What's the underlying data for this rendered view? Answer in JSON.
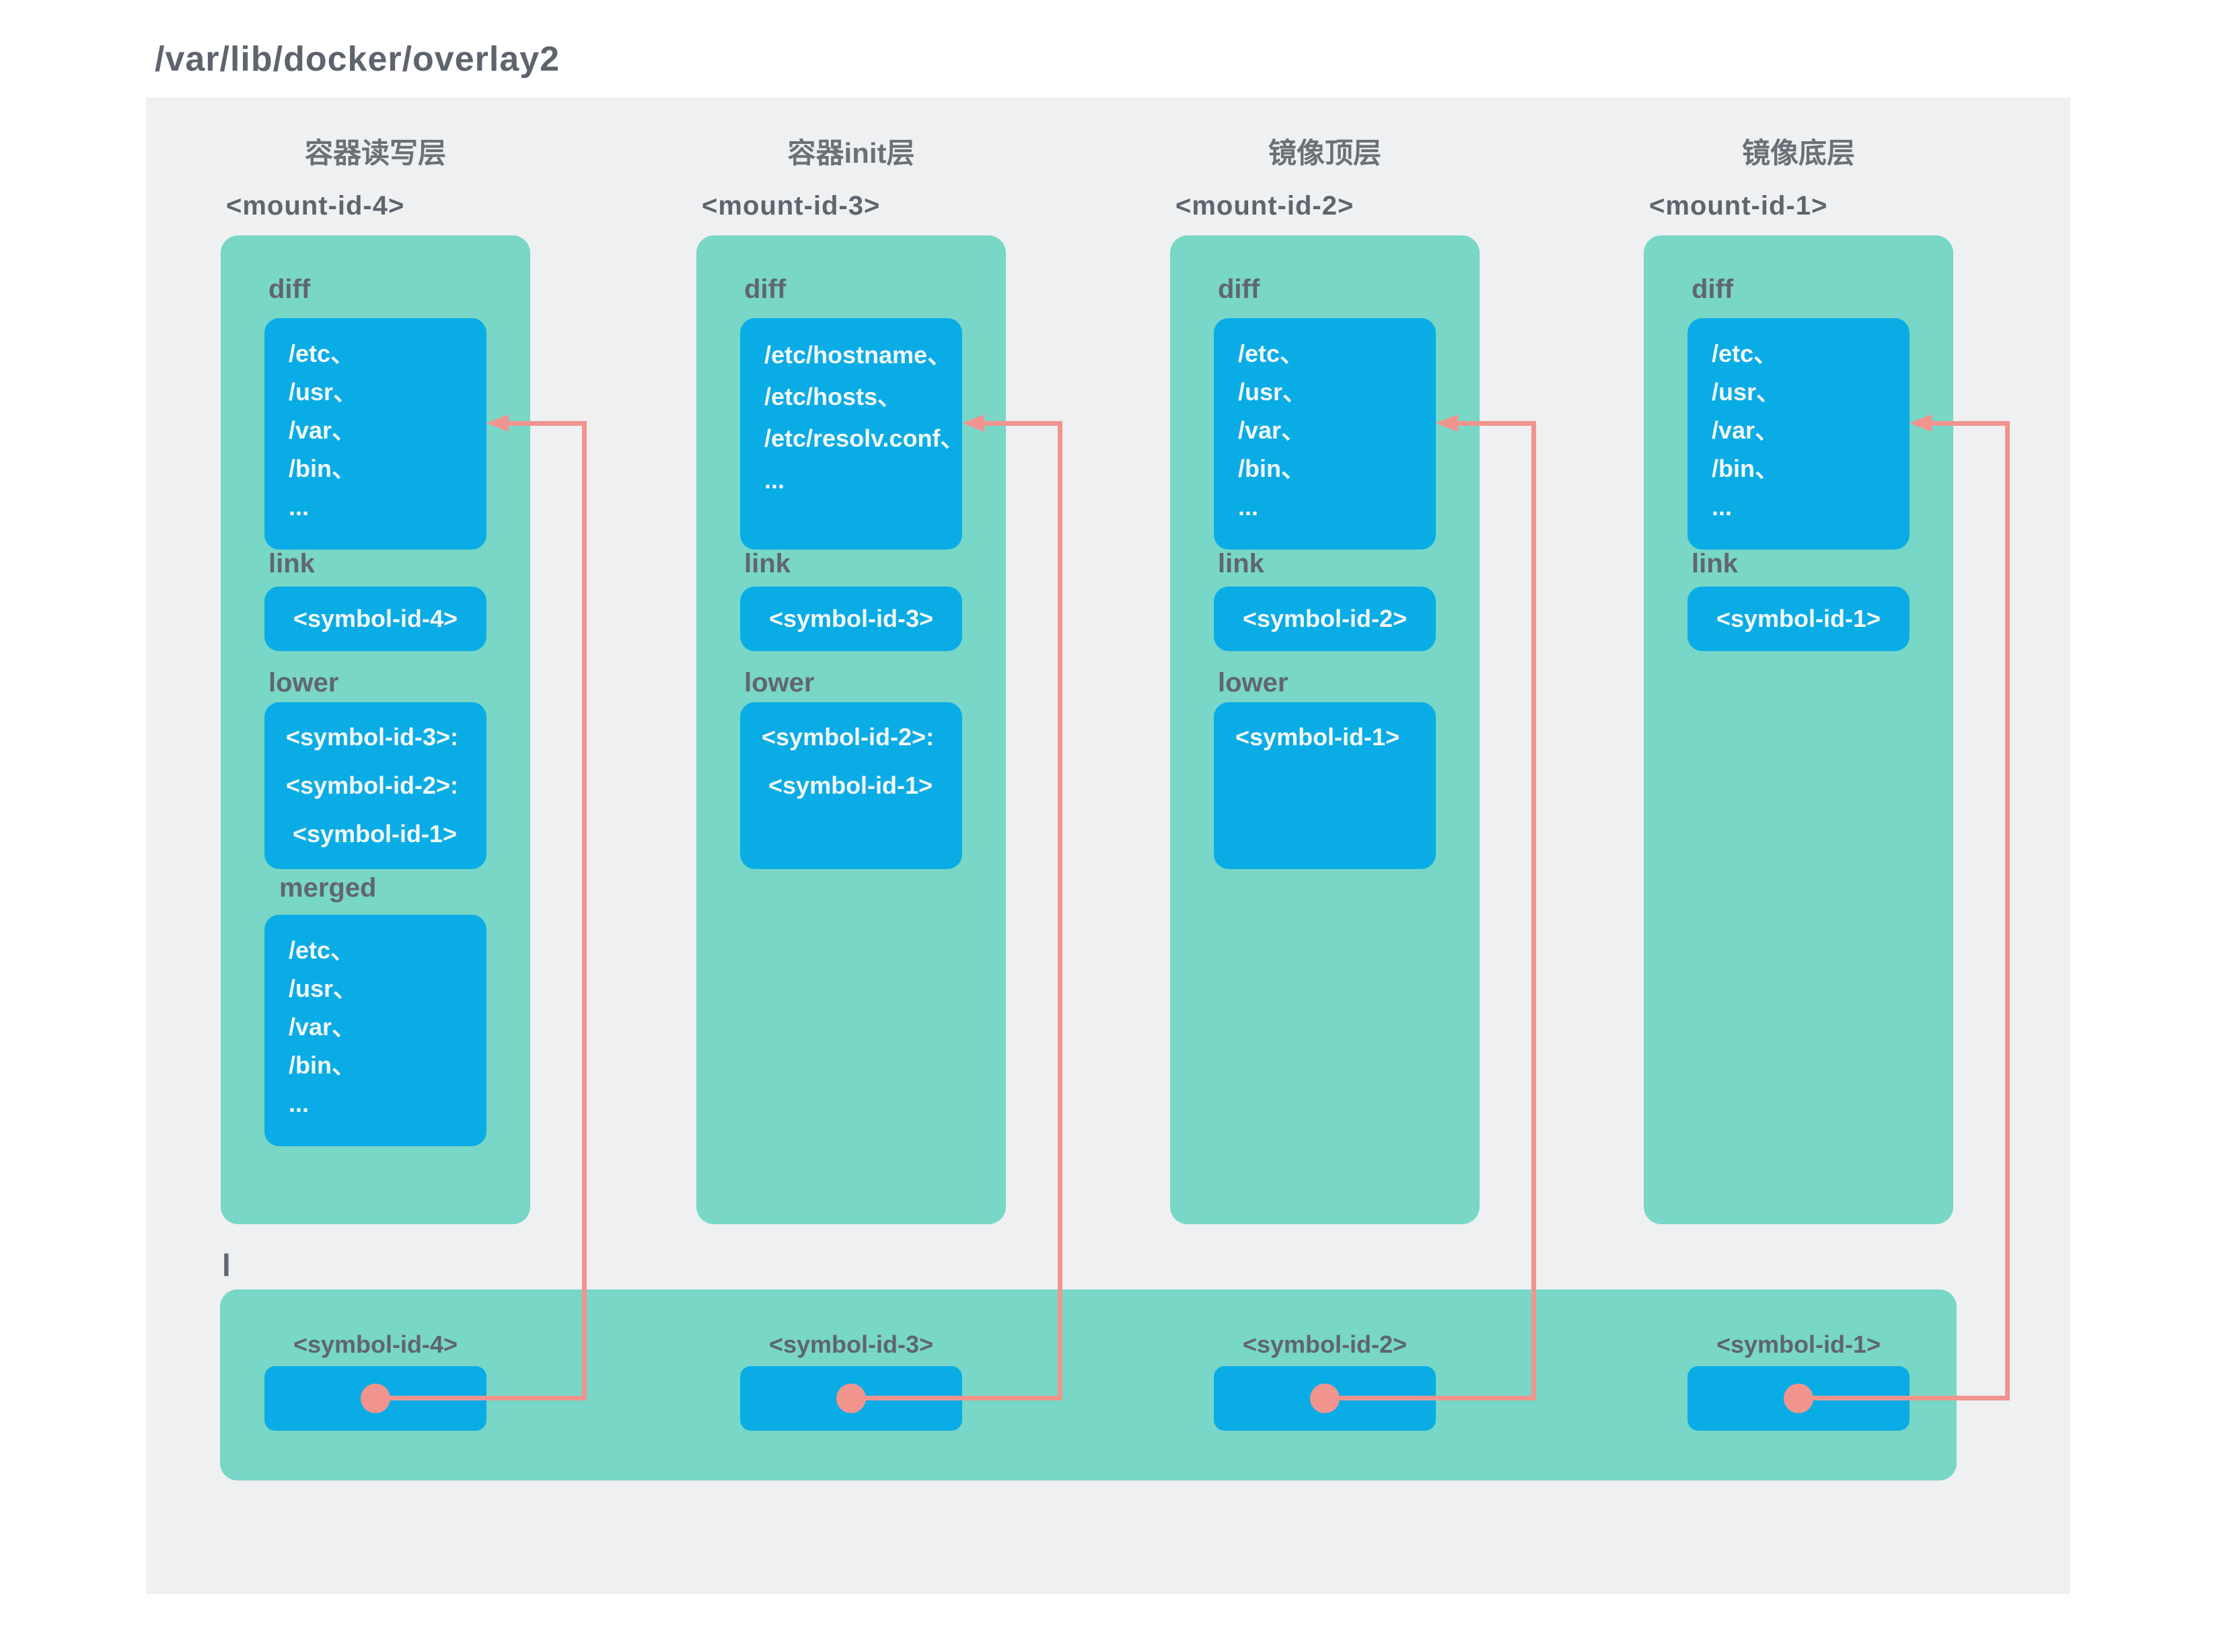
{
  "title": "/var/lib/docker/overlay2",
  "colors": {
    "panel_bg": "#EEF0F2",
    "card_teal": "#78D7C6",
    "box_blue": "#0AACE5",
    "connector_salmon": "#F1948E",
    "label_gray": "#61666F",
    "box_text": "#F4F8F9"
  },
  "columns": [
    {
      "header": "容器读写层",
      "mount_id": "<mount-id-4>",
      "diff": {
        "label": "diff",
        "entries": [
          "/etc、",
          "/usr、",
          "/var、",
          "/bin、",
          "..."
        ]
      },
      "link": {
        "label": "link",
        "value": "<symbol-id-4>"
      },
      "lower": {
        "label": "lower",
        "entries": [
          "<symbol-id-3>:",
          "<symbol-id-2>:",
          " <symbol-id-1>"
        ]
      },
      "merged": {
        "label": "merged",
        "entries": [
          "/etc、",
          "/usr、",
          "/var、",
          "/bin、",
          "..."
        ]
      }
    },
    {
      "header": "容器init层",
      "mount_id": "<mount-id-3>",
      "diff": {
        "label": "diff",
        "entries": [
          "/etc/hostname、",
          "/etc/hosts、",
          "/etc/resolv.conf、",
          "..."
        ]
      },
      "link": {
        "label": "link",
        "value": "<symbol-id-3>"
      },
      "lower": {
        "label": "lower",
        "entries": [
          "<symbol-id-2>:",
          " <symbol-id-1>"
        ]
      }
    },
    {
      "header": "镜像顶层",
      "mount_id": "<mount-id-2>",
      "diff": {
        "label": "diff",
        "entries": [
          "/etc、",
          "/usr、",
          "/var、",
          "/bin、",
          "..."
        ]
      },
      "link": {
        "label": "link",
        "value": "<symbol-id-2>"
      },
      "lower": {
        "label": "lower",
        "entries": [
          "<symbol-id-1>"
        ]
      }
    },
    {
      "header": "镜像底层",
      "mount_id": "<mount-id-1>",
      "diff": {
        "label": "diff",
        "entries": [
          "/etc、",
          "/usr、",
          "/var、",
          "/bin、",
          "..."
        ]
      },
      "link": {
        "label": "link",
        "value": "<symbol-id-1>"
      }
    }
  ],
  "l_directory": {
    "label": "l",
    "symlinks": [
      "<symbol-id-4>",
      "<symbol-id-3>",
      "<symbol-id-2>",
      "<symbol-id-1>"
    ]
  }
}
